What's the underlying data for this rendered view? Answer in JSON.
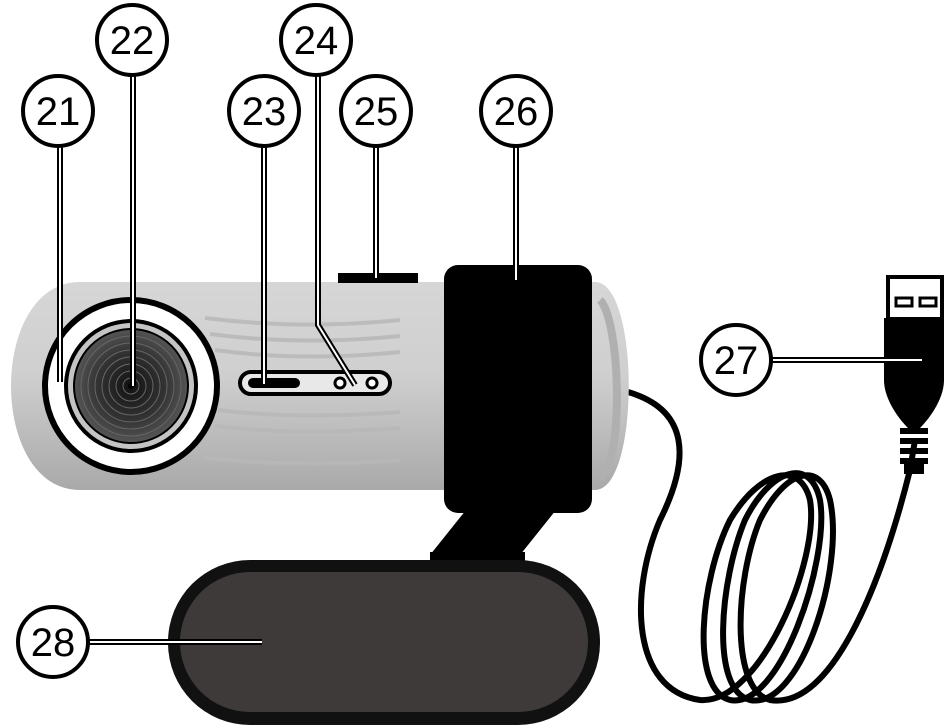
{
  "figure": {
    "callouts": [
      {
        "id": "c21",
        "label": "21"
      },
      {
        "id": "c22",
        "label": "22"
      },
      {
        "id": "c23",
        "label": "23"
      },
      {
        "id": "c24",
        "label": "24"
      },
      {
        "id": "c25",
        "label": "25"
      },
      {
        "id": "c26",
        "label": "26"
      },
      {
        "id": "c27",
        "label": "27"
      },
      {
        "id": "c28",
        "label": "28"
      }
    ]
  }
}
